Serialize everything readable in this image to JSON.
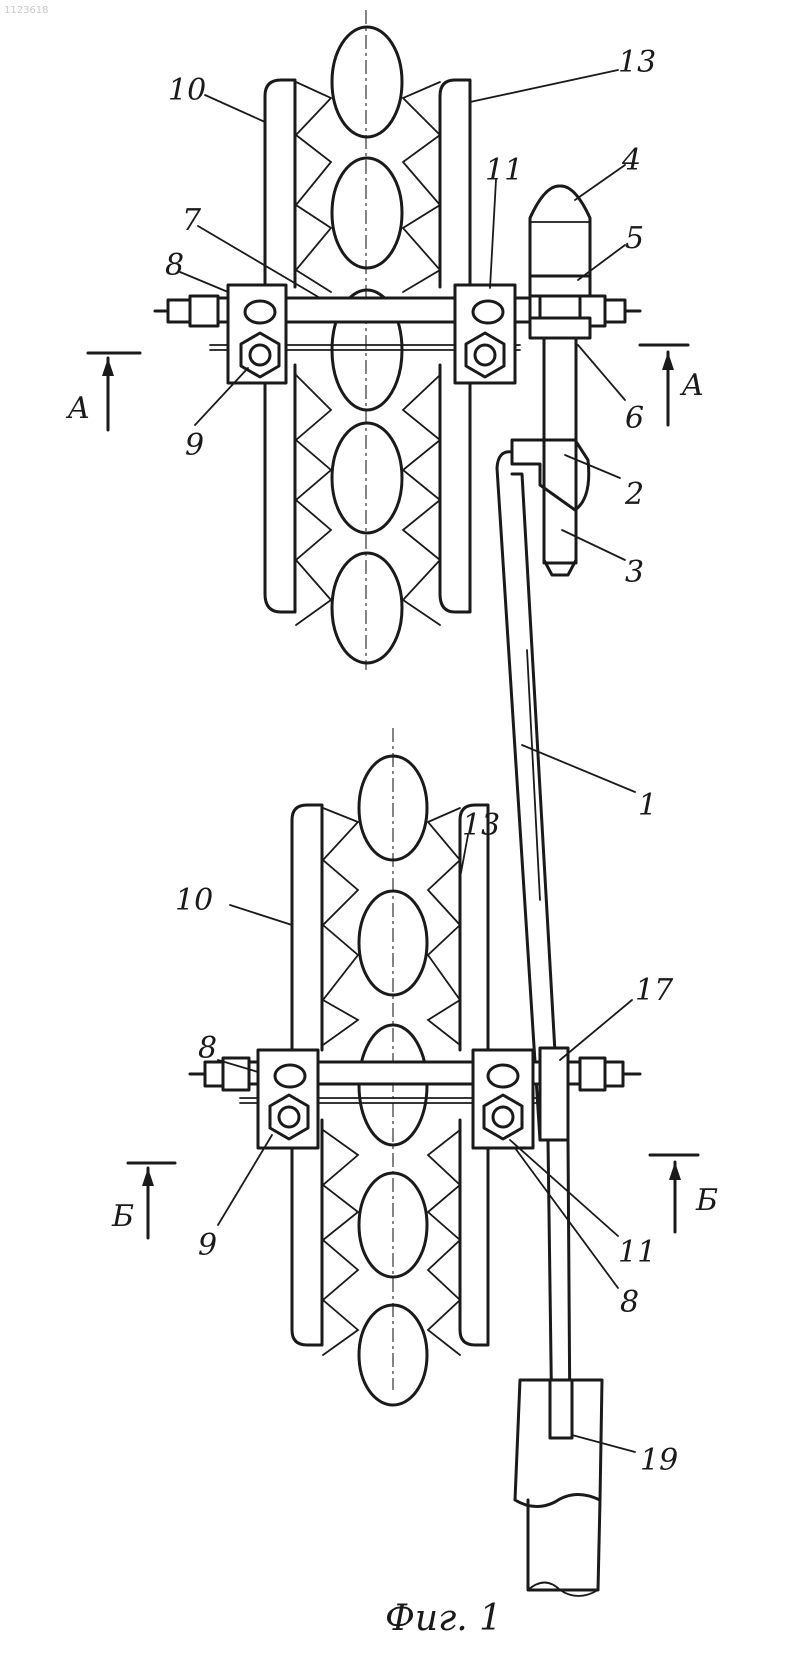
{
  "stamp": "1123618",
  "caption": "Фиг. 1",
  "section_marks": {
    "a_left": "A",
    "a_right": "A",
    "b_left": "Б",
    "b_right": "Б"
  },
  "upper_labels": {
    "l10": "10",
    "l13": "13",
    "l11": "11",
    "l4": "4",
    "l7": "7",
    "l8": "8",
    "l5": "5",
    "l6": "6",
    "l9": "9",
    "l2": "2",
    "l3": "3"
  },
  "rod_label": "1",
  "lower_labels": {
    "l13": "13",
    "l10": "10",
    "l17": "17",
    "l8a": "8",
    "l9": "9",
    "l11": "11",
    "l8b": "8",
    "l19": "19"
  }
}
